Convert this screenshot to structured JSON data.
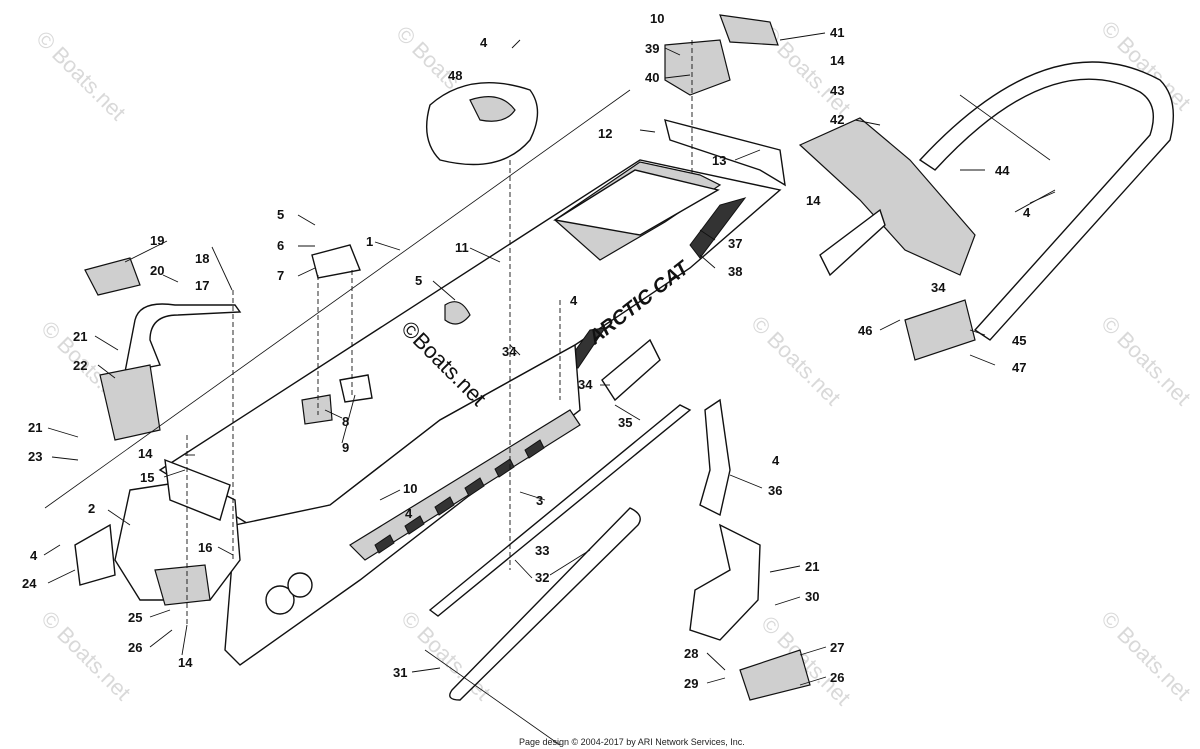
{
  "watermark": "© Boats.net",
  "center_watermark": "©Boats.net",
  "brand_decal": "ARCTIC CAT",
  "footer": "Page design © 2004-2017 by ARI Network Services, Inc.",
  "callouts": {
    "c1": "1",
    "c2": "2",
    "c3": "3",
    "c4a": "4",
    "c4b": "4",
    "c4c": "4",
    "c4d": "4",
    "c4e": "4",
    "c4f": "4",
    "c5a": "5",
    "c5b": "5",
    "c6": "6",
    "c7": "7",
    "c8": "8",
    "c9": "9",
    "c10a": "10",
    "c10b": "10",
    "c11": "11",
    "c12": "12",
    "c13": "13",
    "c14a": "14",
    "c14b": "14",
    "c14c": "14",
    "c14d": "14",
    "c15": "15",
    "c16": "16",
    "c17": "17",
    "c18": "18",
    "c19": "19",
    "c20": "20",
    "c21a": "21",
    "c21b": "21",
    "c21c": "21",
    "c22": "22",
    "c23": "23",
    "c24": "24",
    "c25": "25",
    "c26a": "26",
    "c26b": "26",
    "c27": "27",
    "c28": "28",
    "c29": "29",
    "c30": "30",
    "c31": "31",
    "c32": "32",
    "c33": "33",
    "c34a": "34",
    "c34b": "34",
    "c34c": "34",
    "c35": "35",
    "c36": "36",
    "c37": "37",
    "c38": "38",
    "c39": "39",
    "c40": "40",
    "c41": "41",
    "c42": "42",
    "c43": "43",
    "c44": "44",
    "c45": "45",
    "c46": "46",
    "c47": "47",
    "c48": "48"
  }
}
